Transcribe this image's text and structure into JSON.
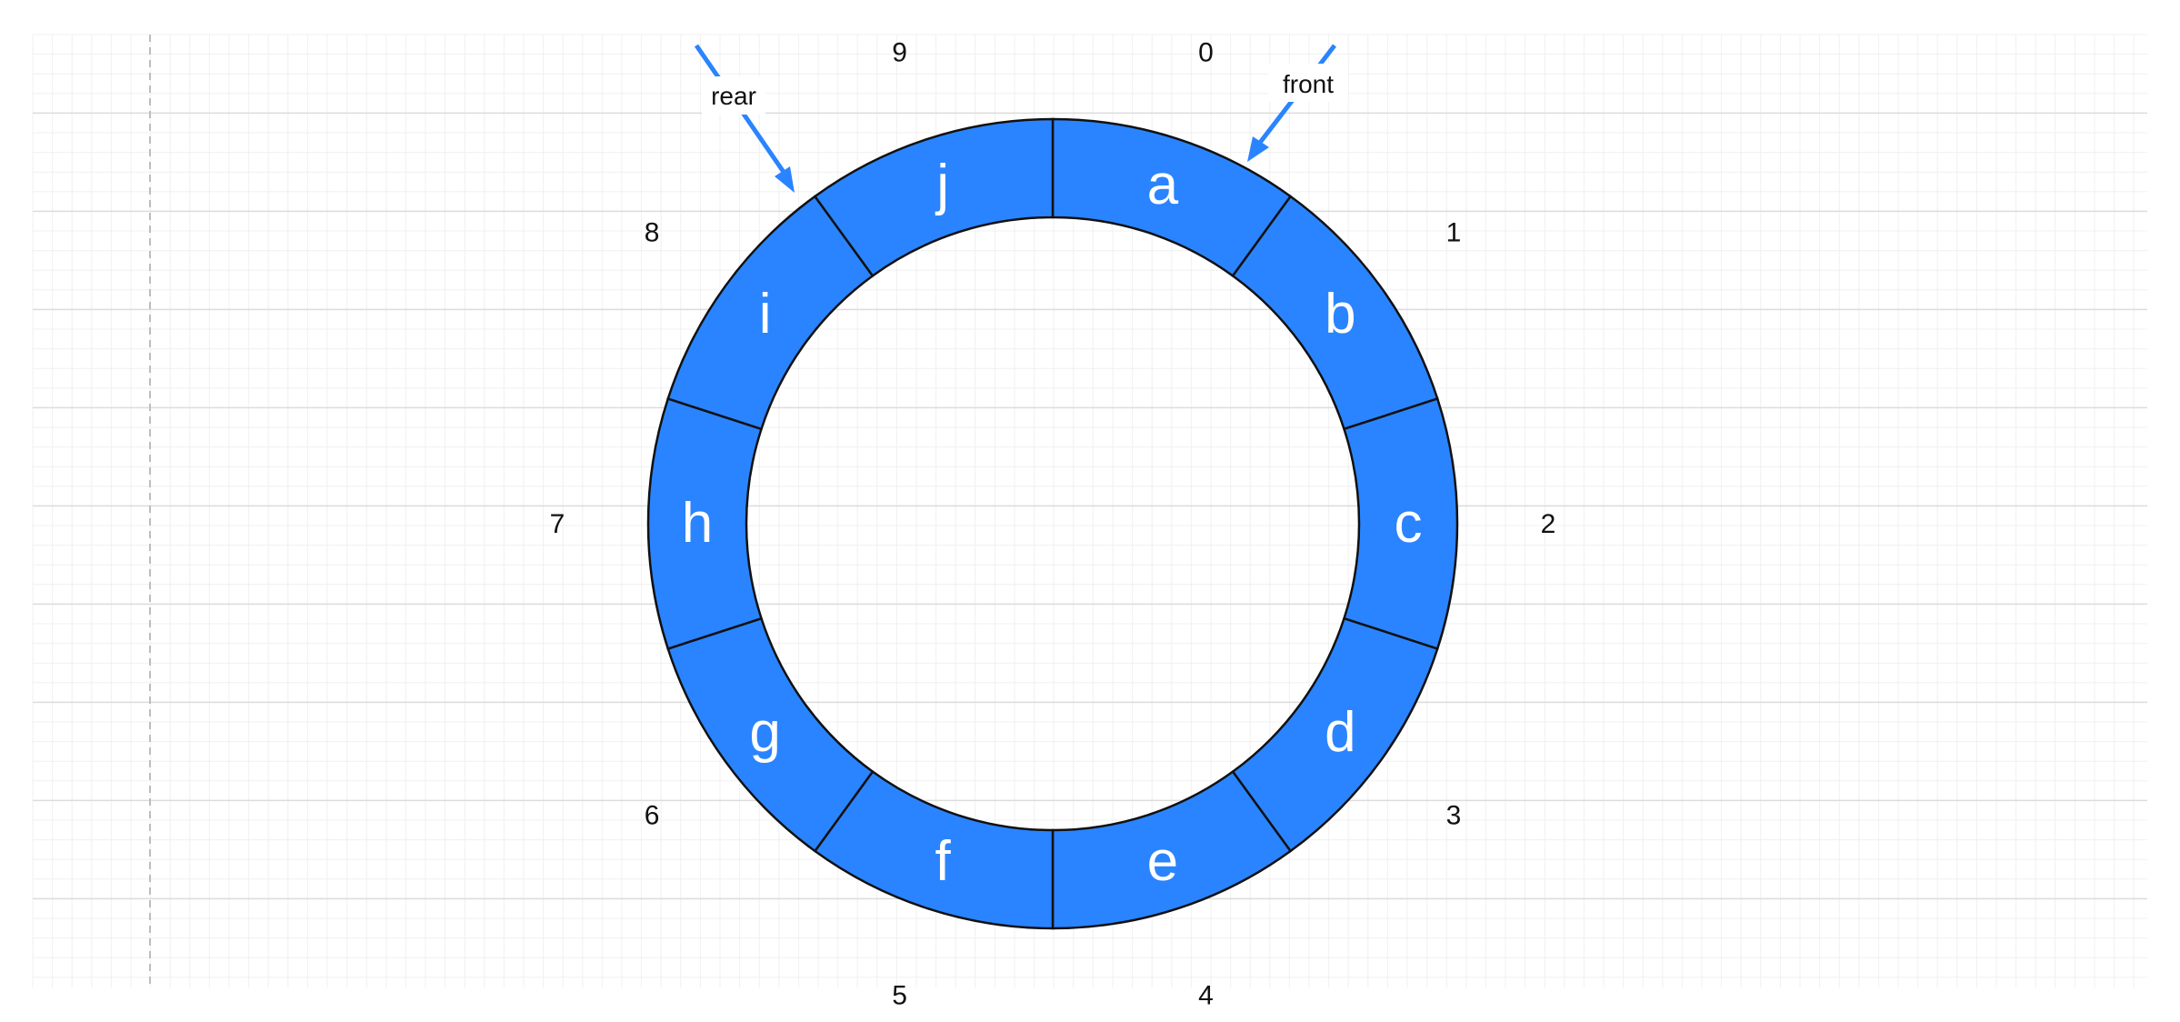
{
  "colors": {
    "segment_fill": "#2a84ff",
    "pointer": "#2a84ff",
    "outline": "#111111",
    "grid_minor": "#f0f0f0",
    "grid_major": "#dcdcdc"
  },
  "segments": [
    {
      "letter": "a",
      "index": "0"
    },
    {
      "letter": "b",
      "index": "1"
    },
    {
      "letter": "c",
      "index": "2"
    },
    {
      "letter": "d",
      "index": "3"
    },
    {
      "letter": "e",
      "index": "4"
    },
    {
      "letter": "f",
      "index": "5"
    },
    {
      "letter": "g",
      "index": "6"
    },
    {
      "letter": "h",
      "index": "7"
    },
    {
      "letter": "i",
      "index": "8"
    },
    {
      "letter": "j",
      "index": "9"
    }
  ],
  "pointers": {
    "front": {
      "label": "front",
      "points_to": "a"
    },
    "rear": {
      "label": "rear",
      "points_to": "j"
    }
  }
}
